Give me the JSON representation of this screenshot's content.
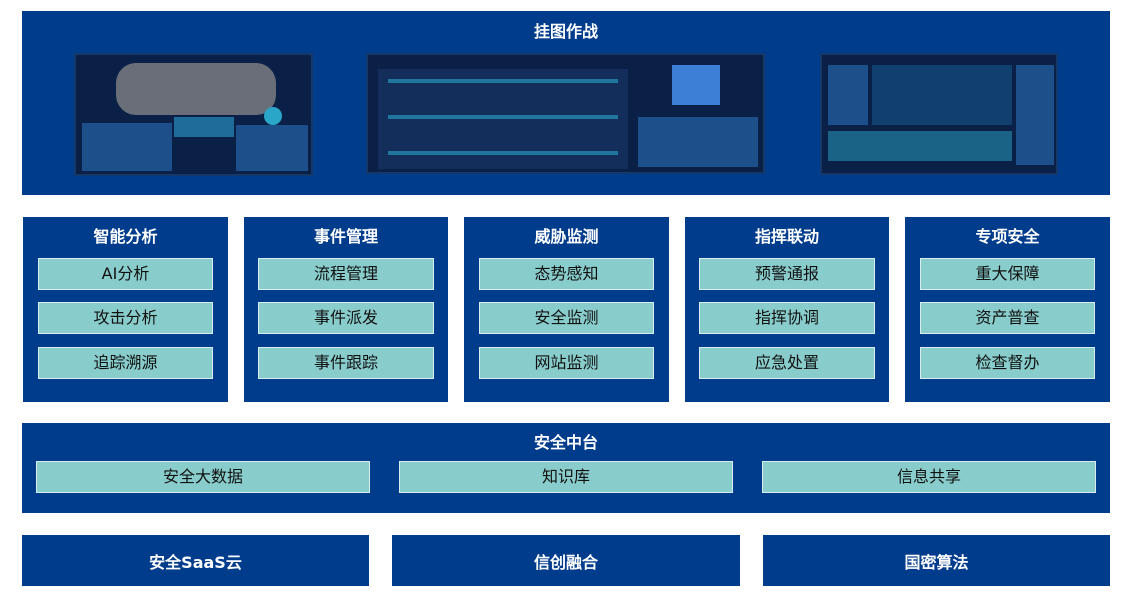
{
  "top": {
    "title": "挂图作战"
  },
  "modules": [
    {
      "title": "智能分析",
      "items": [
        "AI分析",
        "攻击分析",
        "追踪溯源"
      ]
    },
    {
      "title": "事件管理",
      "items": [
        "流程管理",
        "事件派发",
        "事件跟踪"
      ]
    },
    {
      "title": "威胁监测",
      "items": [
        "态势感知",
        "安全监测",
        "网站监测"
      ]
    },
    {
      "title": "指挥联动",
      "items": [
        "预警通报",
        "指挥协调",
        "应急处置"
      ]
    },
    {
      "title": "专项安全",
      "items": [
        "重大保障",
        "资产普查",
        "检查督办"
      ]
    }
  ],
  "middle": {
    "title": "安全中台",
    "items": [
      "安全大数据",
      "知识库",
      "信息共享"
    ]
  },
  "bottom": [
    "安全SaaS云",
    "信创融合",
    "国密算法"
  ],
  "colors": {
    "panel": "#003c8c",
    "item": "#88cccb"
  }
}
